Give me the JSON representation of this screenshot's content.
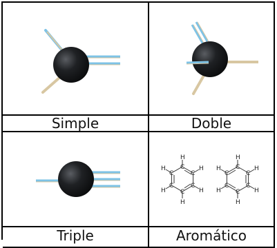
{
  "table": {
    "cells": [
      {
        "label": "Simple"
      },
      {
        "label": "Doble"
      },
      {
        "label": "Triple"
      },
      {
        "label": "Aromático"
      }
    ]
  },
  "colors": {
    "atom": "#1f2124",
    "stick_blue": "#7ec3e6",
    "stick_tan": "#d8c7a2",
    "border": "#000000"
  },
  "benzene": {
    "carbon_label": "C",
    "hydrogen_label": "H"
  }
}
